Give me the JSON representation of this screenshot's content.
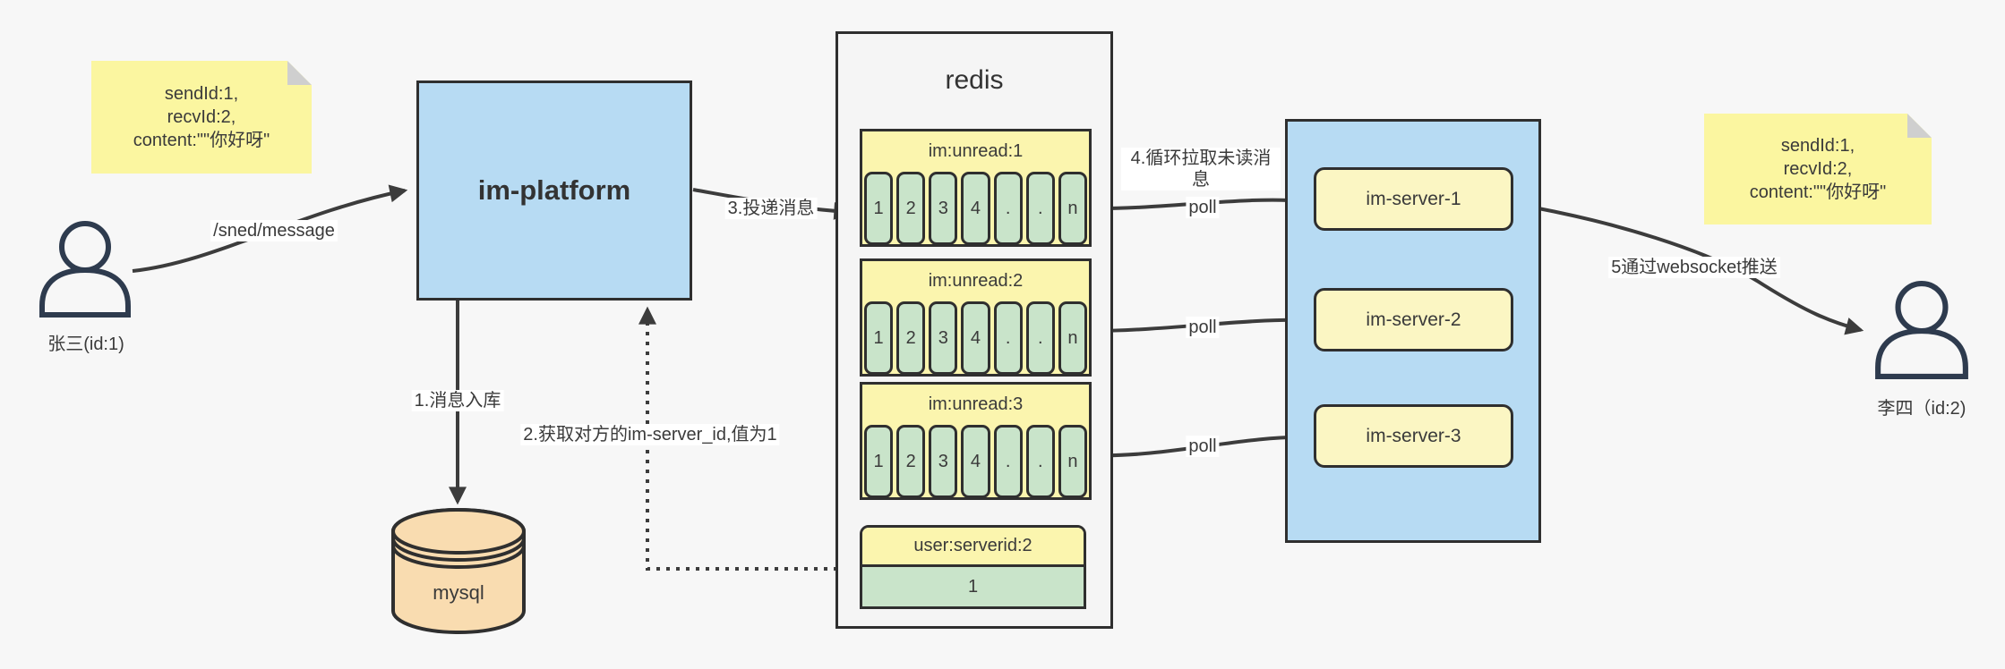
{
  "notes": {
    "left": {
      "lines": [
        "sendId:1,",
        "recvId:2,",
        "content:\"\"你好呀\""
      ]
    },
    "right": {
      "lines": [
        "sendId:1,",
        "recvId:2,",
        "content:\"\"你好呀\""
      ]
    }
  },
  "actors": {
    "sender": {
      "label": "张三(id:1)"
    },
    "receiver": {
      "label": "李四（id:2)"
    }
  },
  "platform": {
    "label": "im-platform"
  },
  "mysql": {
    "label": "mysql"
  },
  "redis": {
    "title": "redis",
    "queues": [
      {
        "title": "im:unread:1",
        "cells": [
          "1",
          "2",
          "3",
          "4",
          ".",
          ".",
          "n"
        ]
      },
      {
        "title": "im:unread:2",
        "cells": [
          "1",
          "2",
          "3",
          "4",
          ".",
          ".",
          "n"
        ]
      },
      {
        "title": "im:unread:3",
        "cells": [
          "1",
          "2",
          "3",
          "4",
          ".",
          ".",
          "n"
        ]
      }
    ],
    "kv": {
      "title": "user:serverid:2",
      "value": "1"
    }
  },
  "servers": [
    {
      "label": "im-server-1"
    },
    {
      "label": "im-server-2"
    },
    {
      "label": "im-server-3"
    }
  ],
  "edges": {
    "send": "/sned/message",
    "store": "1.消息入库",
    "lookup": "2.获取对方的im-server_id,值为1",
    "deliver": "3.投递消息",
    "pull": "4.循环拉取未读消息",
    "polls": [
      "poll",
      "poll",
      "poll"
    ],
    "push": "5通过websocket推送"
  },
  "colors": {
    "background": "#f7f7f7",
    "note_yellow": "#fbf6a0",
    "box_blue": "#b7dbf3",
    "server_yellow": "#fbf6c3",
    "queue_header_yellow": "#fbf5ae",
    "cell_green": "#c9e4ca",
    "mysql_peach": "#f9dcb0",
    "line": "#3c3c3c",
    "border": "#2f2f2f"
  }
}
